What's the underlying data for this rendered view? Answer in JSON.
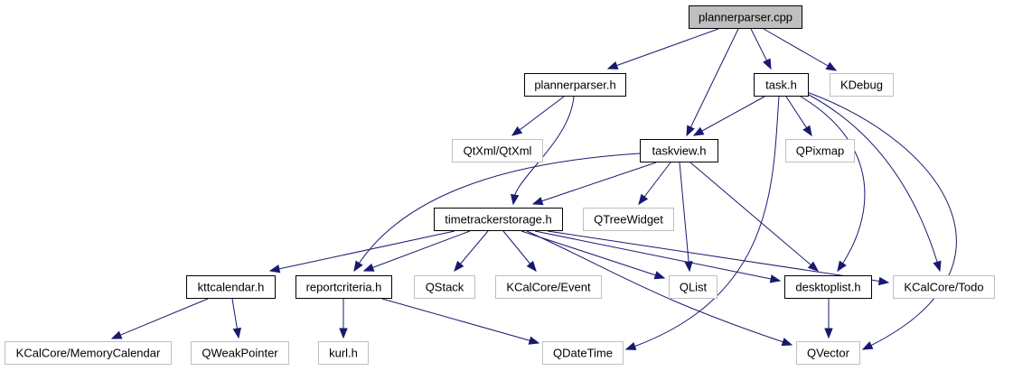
{
  "diagram": {
    "type": "include-dependency-graph",
    "root": "plannerparser.cpp",
    "edge_color": "#191970",
    "nodes": [
      {
        "id": "plannerparser_cpp",
        "label": "plannerparser.cpp",
        "kind": "root"
      },
      {
        "id": "plannerparser_h",
        "label": "plannerparser.h",
        "kind": "local"
      },
      {
        "id": "task_h",
        "label": "task.h",
        "kind": "local"
      },
      {
        "id": "kdebug",
        "label": "KDebug",
        "kind": "external"
      },
      {
        "id": "qtxml",
        "label": "QtXml/QtXml",
        "kind": "external"
      },
      {
        "id": "taskview_h",
        "label": "taskview.h",
        "kind": "local"
      },
      {
        "id": "qpixmap",
        "label": "QPixmap",
        "kind": "external"
      },
      {
        "id": "timetrackerstorage_h",
        "label": "timetrackerstorage.h",
        "kind": "local"
      },
      {
        "id": "qtreewidget",
        "label": "QTreeWidget",
        "kind": "external"
      },
      {
        "id": "kttcalendar_h",
        "label": "kttcalendar.h",
        "kind": "local"
      },
      {
        "id": "reportcriteria_h",
        "label": "reportcriteria.h",
        "kind": "local"
      },
      {
        "id": "qstack",
        "label": "QStack",
        "kind": "external"
      },
      {
        "id": "kcalcore_event",
        "label": "KCalCore/Event",
        "kind": "external"
      },
      {
        "id": "qlist",
        "label": "QList",
        "kind": "external"
      },
      {
        "id": "desktoplist_h",
        "label": "desktoplist.h",
        "kind": "local"
      },
      {
        "id": "kcalcore_todo",
        "label": "KCalCore/Todo",
        "kind": "external"
      },
      {
        "id": "kcalcore_memorycalendar",
        "label": "KCalCore/MemoryCalendar",
        "kind": "external"
      },
      {
        "id": "qweakpointer",
        "label": "QWeakPointer",
        "kind": "external"
      },
      {
        "id": "kurl_h",
        "label": "kurl.h",
        "kind": "external"
      },
      {
        "id": "qdatetime",
        "label": "QDateTime",
        "kind": "external"
      },
      {
        "id": "qvector",
        "label": "QVector",
        "kind": "external"
      }
    ],
    "edges": [
      {
        "from": "plannerparser_cpp",
        "to": "plannerparser_h"
      },
      {
        "from": "plannerparser_cpp",
        "to": "taskview_h"
      },
      {
        "from": "plannerparser_cpp",
        "to": "task_h"
      },
      {
        "from": "plannerparser_cpp",
        "to": "kdebug"
      },
      {
        "from": "plannerparser_h",
        "to": "qtxml"
      },
      {
        "from": "plannerparser_h",
        "to": "timetrackerstorage_h"
      },
      {
        "from": "task_h",
        "to": "taskview_h"
      },
      {
        "from": "task_h",
        "to": "qpixmap"
      },
      {
        "from": "task_h",
        "to": "desktoplist_h"
      },
      {
        "from": "task_h",
        "to": "kcalcore_todo"
      },
      {
        "from": "task_h",
        "to": "qvector"
      },
      {
        "from": "task_h",
        "to": "qdatetime"
      },
      {
        "from": "taskview_h",
        "to": "timetrackerstorage_h"
      },
      {
        "from": "taskview_h",
        "to": "qtreewidget"
      },
      {
        "from": "taskview_h",
        "to": "reportcriteria_h"
      },
      {
        "from": "taskview_h",
        "to": "qlist"
      },
      {
        "from": "taskview_h",
        "to": "desktoplist_h"
      },
      {
        "from": "timetrackerstorage_h",
        "to": "kttcalendar_h"
      },
      {
        "from": "timetrackerstorage_h",
        "to": "reportcriteria_h"
      },
      {
        "from": "timetrackerstorage_h",
        "to": "qstack"
      },
      {
        "from": "timetrackerstorage_h",
        "to": "kcalcore_event"
      },
      {
        "from": "timetrackerstorage_h",
        "to": "qlist"
      },
      {
        "from": "timetrackerstorage_h",
        "to": "desktoplist_h"
      },
      {
        "from": "timetrackerstorage_h",
        "to": "kcalcore_todo"
      },
      {
        "from": "timetrackerstorage_h",
        "to": "qvector"
      },
      {
        "from": "kttcalendar_h",
        "to": "kcalcore_memorycalendar"
      },
      {
        "from": "kttcalendar_h",
        "to": "qweakpointer"
      },
      {
        "from": "reportcriteria_h",
        "to": "kurl_h"
      },
      {
        "from": "reportcriteria_h",
        "to": "qdatetime"
      },
      {
        "from": "desktoplist_h",
        "to": "qvector"
      }
    ]
  }
}
